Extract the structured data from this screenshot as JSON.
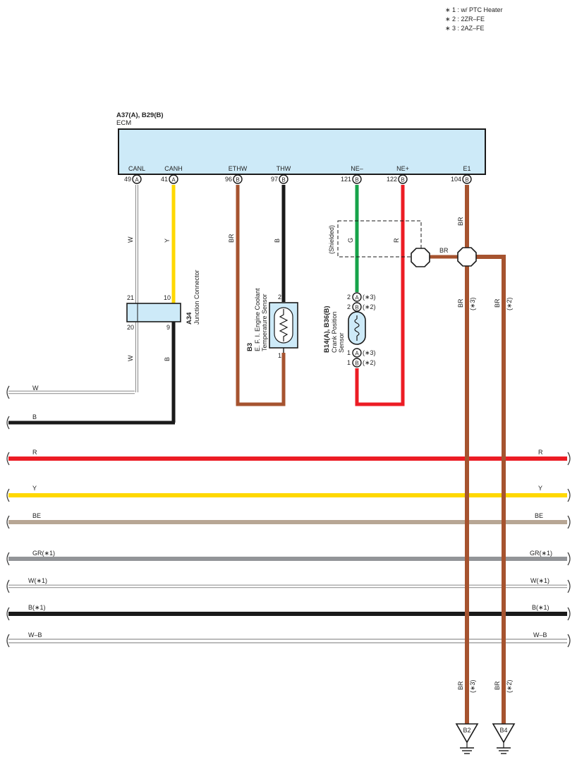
{
  "notes": [
    "∗ 1 : w/ PTC Heater",
    "∗ 2 : 2ZR–FE",
    "∗ 3 : 2AZ–FE"
  ],
  "ecm": {
    "code": "A37(A), B29(B)",
    "name": "ECM",
    "pins": [
      {
        "label": "CANL",
        "num": "49",
        "conn": "A"
      },
      {
        "label": "CANH",
        "num": "41",
        "conn": "A"
      },
      {
        "label": "ETHW",
        "num": "96",
        "conn": "B"
      },
      {
        "label": "THW",
        "num": "97",
        "conn": "B"
      },
      {
        "label": "NE–",
        "num": "121",
        "conn": "B"
      },
      {
        "label": "NE+",
        "num": "122",
        "conn": "B"
      },
      {
        "label": "E1",
        "num": "104",
        "conn": "B"
      }
    ]
  },
  "wire_labels": {
    "canl": "W",
    "canh": "Y",
    "ethw": "BR",
    "thw": "B",
    "ne_minus": "G",
    "ne_plus": "R",
    "e1": "BR",
    "canl_lower": "W",
    "canh_lower": "B",
    "splice_br": "BR",
    "b2_upper": "BR",
    "b2_upper_note": "(∗3)",
    "b4_upper": "BR",
    "b4_upper_note": "(∗2)",
    "b2_lower": "BR",
    "b2_lower_note": "(∗3)",
    "b4_lower": "BR",
    "b4_lower_note": "(∗2)"
  },
  "shielded_label": "(Shielded)",
  "junction": {
    "code": "A34",
    "name": "Junction Connector",
    "pins": {
      "top_left": "21",
      "top_right": "10",
      "bottom_left": "20",
      "bottom_right": "9"
    }
  },
  "coolant_sensor": {
    "code": "B3",
    "line1": "E. F. I.  Engine Coolant",
    "line2": "Temperature Sensor",
    "pin_top": "2",
    "pin_bottom": "1"
  },
  "crank_sensor": {
    "code": "B14(A), B36(B)",
    "line1": "Crank Position",
    "line2": "Sensor",
    "pins": [
      {
        "num": "2",
        "conn": "A",
        "note": "(∗3)"
      },
      {
        "num": "2",
        "conn": "B",
        "note": "(∗2)"
      },
      {
        "num": "1",
        "conn": "A",
        "note": "(∗3)"
      },
      {
        "num": "1",
        "conn": "B",
        "note": "(∗2)"
      }
    ]
  },
  "buses": [
    {
      "left": "W",
      "right": ""
    },
    {
      "left": "B",
      "right": ""
    },
    {
      "left": "R",
      "right": "R"
    },
    {
      "left": "Y",
      "right": "Y"
    },
    {
      "left": "BE",
      "right": "BE"
    },
    {
      "left": "GR(∗1)",
      "right": "GR(∗1)"
    },
    {
      "left": "W(∗1)",
      "right": "W(∗1)"
    },
    {
      "left": "B(∗1)",
      "right": "B(∗1)"
    },
    {
      "left": "W–B",
      "right": "W–B"
    }
  ],
  "grounds": [
    {
      "label": "B2"
    },
    {
      "label": "B4"
    }
  ],
  "colors": {
    "ecm_fill": "#cdeaf8",
    "sensor_fill": "#cdeaf8",
    "white_wire": "#d9d9d9",
    "yellow": "#ffd800",
    "brown": "#a6532f",
    "black": "#1a1a1a",
    "green": "#16a34a",
    "red": "#ec1c24",
    "beige": "#b7a694",
    "gray": "#939598"
  }
}
